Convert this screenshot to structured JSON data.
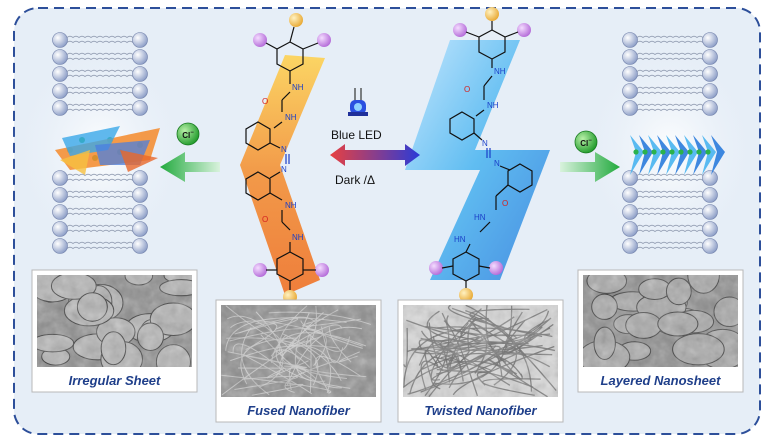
{
  "conditions": {
    "forward": "Blue LED",
    "reverse": "Dark /Δ"
  },
  "ion": {
    "label": "Cl",
    "charge": "−"
  },
  "atoms": {
    "nh": "NH",
    "hn": "HN",
    "o": "O",
    "n": "N"
  },
  "sem_panels": [
    {
      "label": "Irregular Sheet"
    },
    {
      "label": "Fused Nanofiber"
    },
    {
      "label": "Twisted Nanofiber"
    },
    {
      "label": "Layered Nanosheet"
    }
  ],
  "colors": {
    "frame_border": "#2d4f9a",
    "panel_bg": "#e6eef7",
    "trans_band": "#f58a2a",
    "cis_band": "#3aa8e8",
    "ion_green": "#2bb24c",
    "lipid_head": "#b8c4de",
    "atom_n": "#1a3fc8",
    "atom_o": "#d42020",
    "sphere_purple": "#c98be6",
    "sphere_yellow": "#f4c75a",
    "label_blue": "#1f3f8a"
  },
  "icons": [
    "led-icon",
    "chloride-ion-icon",
    "arrow-left-icon",
    "arrow-right-icon"
  ]
}
